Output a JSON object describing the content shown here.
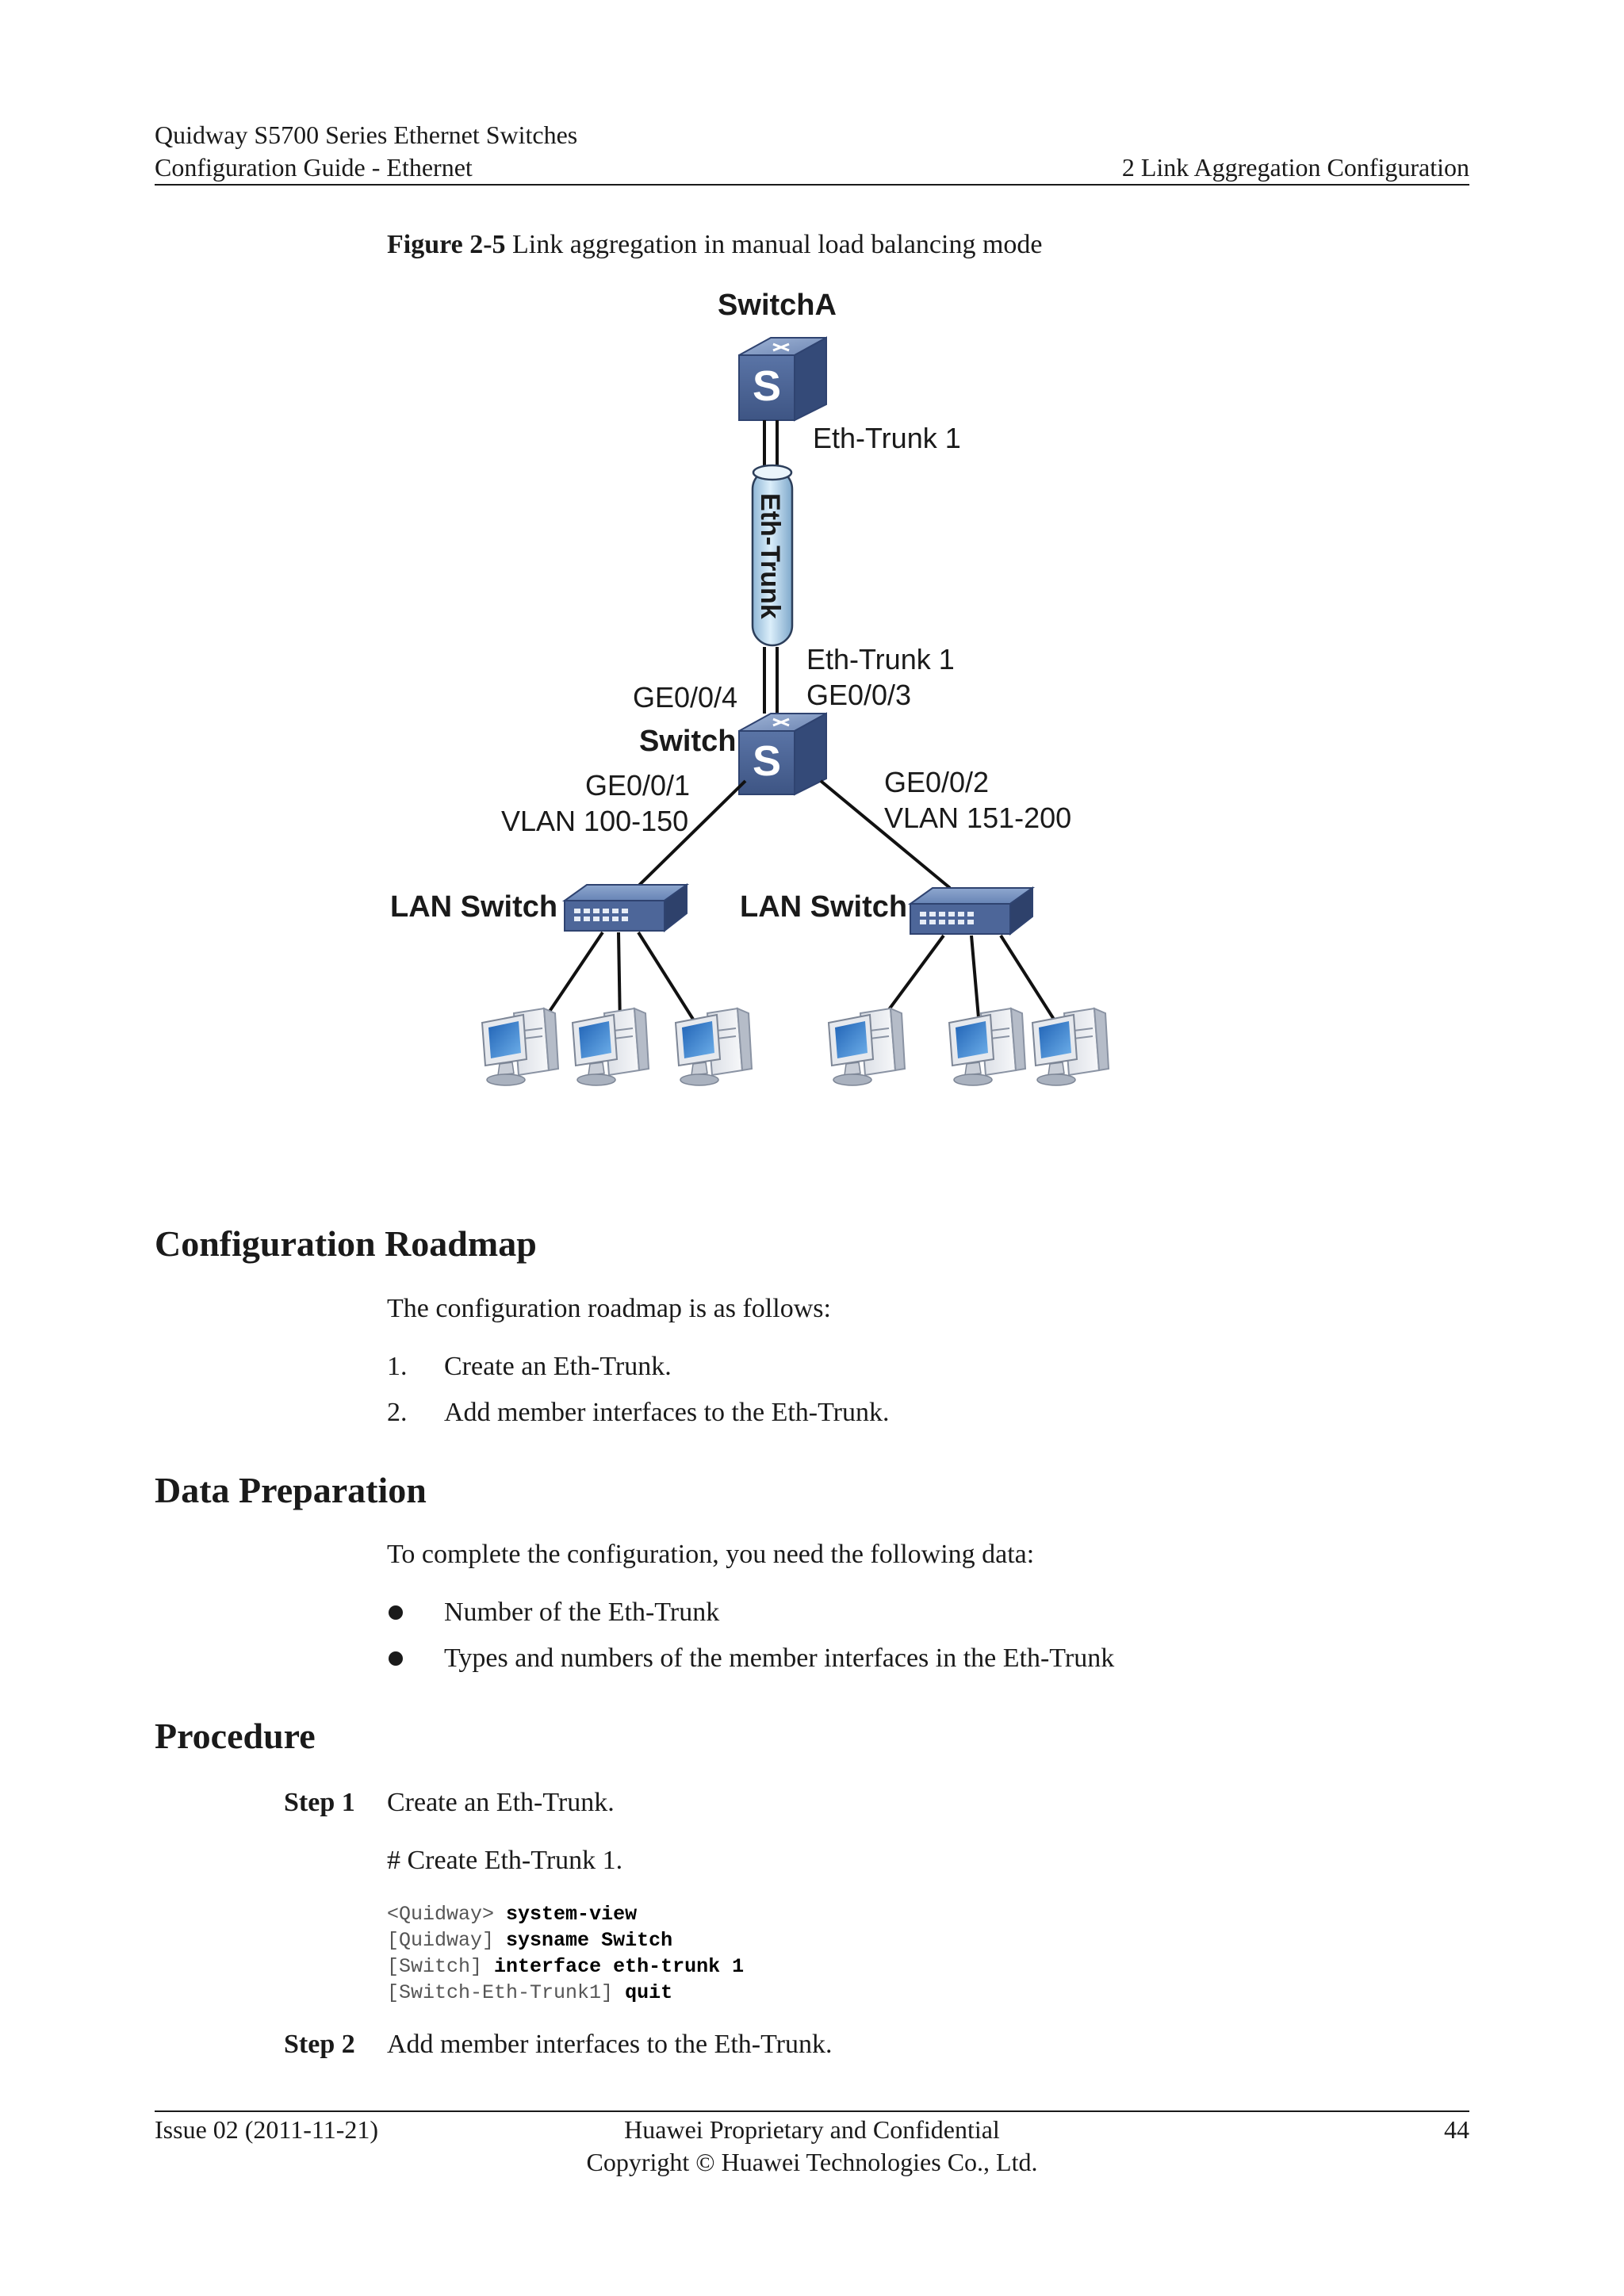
{
  "header": {
    "doc_title": "Quidway S5700 Series Ethernet Switches",
    "guide": "Configuration Guide - Ethernet",
    "chapter": "2 Link Aggregation Configuration"
  },
  "figure": {
    "label": "Figure 2-5",
    "title": "Link aggregation in manual load balancing mode",
    "switch_a": "SwitchA",
    "switch_a_port": "Eth-Trunk 1",
    "trunk_label": "Eth-Trunk",
    "switch_port_trunk": "Eth-Trunk 1",
    "switch_port_ge3": "GE0/0/3",
    "switch_port_ge4": "GE0/0/4",
    "switch": "Switch",
    "left_port": "GE0/0/1",
    "left_vlan": "VLAN 100-150",
    "right_port": "GE0/0/2",
    "right_vlan": "VLAN 151-200",
    "lan_switch_left": "LAN Switch",
    "lan_switch_right": "LAN Switch",
    "switch_icon_letter": "S"
  },
  "roadmap": {
    "heading": "Configuration Roadmap",
    "intro": "The configuration roadmap is as follows:",
    "items": [
      {
        "num": "1.",
        "text": "Create an Eth-Trunk."
      },
      {
        "num": "2.",
        "text": "Add member interfaces to the Eth-Trunk."
      }
    ]
  },
  "data_prep": {
    "heading": "Data Preparation",
    "intro": "To complete the configuration, you need the following data:",
    "items": [
      "Number of the Eth-Trunk",
      "Types and numbers of the member interfaces in the Eth-Trunk"
    ]
  },
  "procedure": {
    "heading": "Procedure",
    "step1_label": "Step 1",
    "step1_text": "Create an Eth-Trunk.",
    "step1_comment": "# Create Eth-Trunk 1.",
    "code": [
      {
        "prompt": "<Quidway>",
        "cmd": "system-view"
      },
      {
        "prompt": "[Quidway]",
        "cmd": "sysname Switch"
      },
      {
        "prompt": "[Switch]",
        "cmd": "interface eth-trunk 1"
      },
      {
        "prompt": "[Switch-Eth-Trunk1]",
        "cmd": "quit"
      }
    ],
    "step2_label": "Step 2",
    "step2_text": "Add member interfaces to the Eth-Trunk."
  },
  "footer": {
    "issue": "Issue 02 (2011-11-21)",
    "line1": "Huawei Proprietary and Confidential",
    "line2": "Copyright © Huawei Technologies Co., Ltd.",
    "page": "44"
  },
  "colors": {
    "switch_fill": "#4a6391",
    "trunk_fill": "#b9d6ea",
    "monitor_blue": "#3d7fc9"
  }
}
